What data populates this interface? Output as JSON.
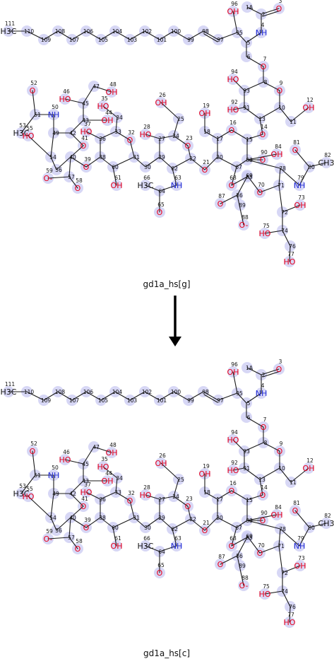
{
  "panels": [
    {
      "caption": "gd1a_hs[g]"
    },
    {
      "caption": "gd1a_hs[c]"
    }
  ],
  "atom_labels": {
    "methyl_chain": "H3C",
    "methyl_acetyl_a": "H3C",
    "methyl_acetyl_b": "H3C",
    "methyl_acetyl_c": "CH3",
    "oh": "OH",
    "ho": "HO",
    "nh": "NH",
    "o": "O",
    "o_minus": "O-",
    "o_anion_left": "O"
  },
  "chain_numbers": [
    "111",
    "110",
    "109",
    "108",
    "107",
    "106",
    "105",
    "104",
    "103",
    "102",
    "101",
    "100",
    "99",
    "98",
    "97",
    "96",
    "95",
    "1A",
    "3",
    "2",
    "4",
    "5",
    "6",
    "7"
  ],
  "ring_numbers": [
    "8",
    "9",
    "10",
    "11",
    "12",
    "13",
    "14",
    "15",
    "16",
    "17",
    "18",
    "19",
    "20",
    "21",
    "22",
    "23",
    "24",
    "25",
    "26",
    "27",
    "28",
    "29",
    "30",
    "31",
    "32",
    "33",
    "34",
    "35",
    "36",
    "37",
    "38",
    "39",
    "40",
    "41",
    "42",
    "43",
    "44",
    "45",
    "46",
    "47",
    "48",
    "49",
    "50",
    "51",
    "52",
    "53",
    "54",
    "55",
    "56",
    "57",
    "58",
    "59",
    "60",
    "61",
    "62",
    "63",
    "64",
    "65",
    "66",
    "67",
    "68",
    "69",
    "70",
    "71",
    "72",
    "73",
    "74",
    "75",
    "76",
    "77",
    "78",
    "79",
    "80",
    "81",
    "82",
    "83",
    "84",
    "85",
    "86",
    "87",
    "88",
    "89",
    "90",
    "91",
    "92",
    "93",
    "94"
  ]
}
